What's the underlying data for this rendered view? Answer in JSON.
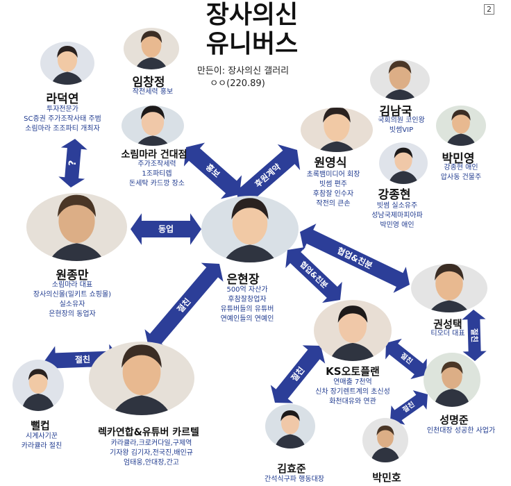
{
  "page_number": "2",
  "title": {
    "line1": "장사의신",
    "line2": "유니버스"
  },
  "credit": {
    "made_by": "만든이: 장사의신 갤러리",
    "user": "ㅇㅇ(220.89)"
  },
  "colors": {
    "arrow": "#2c3e98",
    "name": "#111111",
    "desc": "#1f3a8f"
  },
  "nodes": {
    "ladukyeon": {
      "name": "라덕연",
      "desc": [
        "투자전문가",
        "SC증권 주가조작사태 주범",
        "소림마라 조조파티 개최자"
      ]
    },
    "limchangjeong": {
      "name": "임창정",
      "desc": [
        "작전세력 홍보"
      ]
    },
    "sorimmara": {
      "name": "소림마라 건대점",
      "desc": [
        "주가조작세력",
        "1조파티렙",
        "돈세탁 카드깡 장소"
      ]
    },
    "kimnamguk": {
      "name": "김남국",
      "desc": [
        "국회의원 코인왕",
        "빗썸VIP"
      ]
    },
    "wonyeongsik": {
      "name": "원영식",
      "desc": [
        "초록뱀미디어 회장",
        "빗썸 편주",
        "후참잘 인수자",
        "작전의 큰손"
      ]
    },
    "parkminyeong": {
      "name": "박민영",
      "desc": [
        "강종현 애인",
        "압사동 건물주"
      ]
    },
    "kangjonghyeon": {
      "name": "강종현",
      "desc": [
        "빗썸 실소유주",
        "성남국제마피아파",
        "박민영 애인"
      ]
    },
    "wonjongman": {
      "name": "원종만",
      "desc": [
        "소림마라 대표",
        "장사의신몰(밀키트 쇼핑몰)",
        "실소유자",
        "은현장의 동업자"
      ]
    },
    "eunhyeonjang": {
      "name": "은현장",
      "desc": [
        "500억 자산가",
        "후참잘창업자",
        "유튜버들의 유튜버",
        "연예인들의 연예인"
      ]
    },
    "kwonseongtaek": {
      "name": "권성택",
      "desc": [
        "티오더 대표"
      ]
    },
    "ksauto": {
      "name": "KS오토플랜",
      "desc": [
        "연매출 7천억",
        "신차 장기렌트계의 초신성",
        "화천대유와 연관"
      ]
    },
    "seongmyeongjun": {
      "name": "성명준",
      "desc": [
        "인천대장 성공한 사업가"
      ]
    },
    "ppeolkeop": {
      "name": "뻘컵",
      "desc": [
        "시계사기꾼",
        "카라큘라 절친"
      ]
    },
    "lekka": {
      "name": "렉카연합&유튜버 카르텔",
      "desc": [
        "카라큘라,크로커다일,구제역",
        "기자왕 김기자,전국진,배인규",
        "엄태웅,안대장,간고"
      ]
    },
    "kimhyojun": {
      "name": "김효준",
      "desc": [
        "간석식구파 행동대장"
      ]
    },
    "parkminho": {
      "name": "박민호",
      "desc": []
    }
  },
  "links": {
    "la_won": "?",
    "sorim_eun": "홍보",
    "eun_wonyeong": "후원계약",
    "wonjong_eun": "동업",
    "eun_kwon": "협업&친분",
    "eun_ks": "협업&친분",
    "eun_lekka": "절친",
    "lekka_ppeol": "절친",
    "ks_kimhyo": "절친",
    "ks_seong": "절친",
    "kwon_seong": "절친",
    "seong_parkmin": "절친"
  }
}
